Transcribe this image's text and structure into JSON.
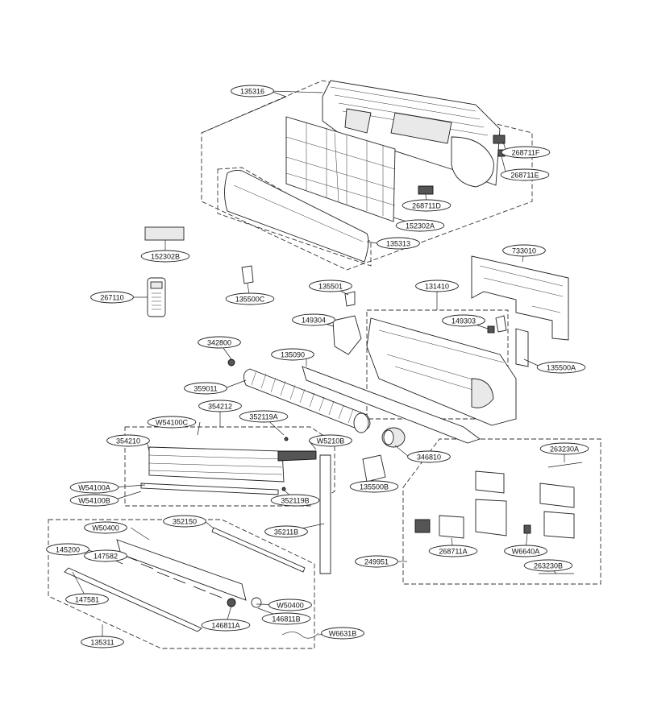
{
  "parts": [
    {
      "id": "p135316",
      "label": "135316"
    },
    {
      "id": "p268711F",
      "label": "268711F"
    },
    {
      "id": "p268711E",
      "label": "268711E"
    },
    {
      "id": "p268711D",
      "label": "268711D"
    },
    {
      "id": "p152302A",
      "label": "152302A"
    },
    {
      "id": "p135313",
      "label": "135313"
    },
    {
      "id": "p152302B",
      "label": "152302B"
    },
    {
      "id": "p267110",
      "label": "267110"
    },
    {
      "id": "p135500C",
      "label": "135500C"
    },
    {
      "id": "p135501",
      "label": "135501"
    },
    {
      "id": "p131410",
      "label": "131410"
    },
    {
      "id": "p733010",
      "label": "733010"
    },
    {
      "id": "p149304",
      "label": "149304"
    },
    {
      "id": "p149303",
      "label": "149303"
    },
    {
      "id": "p135500A",
      "label": "135500A"
    },
    {
      "id": "p342800",
      "label": "342800"
    },
    {
      "id": "p135090",
      "label": "135090"
    },
    {
      "id": "p359011",
      "label": "359011"
    },
    {
      "id": "p354212",
      "label": "354212"
    },
    {
      "id": "pW54100C",
      "label": "W54100C"
    },
    {
      "id": "p352119A",
      "label": "352119A"
    },
    {
      "id": "p354210",
      "label": "354210"
    },
    {
      "id": "pW5210B",
      "label": "W5210B"
    },
    {
      "id": "p346810",
      "label": "346810"
    },
    {
      "id": "p135500B",
      "label": "135500B"
    },
    {
      "id": "p263230A",
      "label": "263230A"
    },
    {
      "id": "pW54100A",
      "label": "W54100A"
    },
    {
      "id": "pW54100B",
      "label": "W54100B"
    },
    {
      "id": "p352119B",
      "label": "352119B"
    },
    {
      "id": "p352150",
      "label": "352150"
    },
    {
      "id": "p35211B",
      "label": "35211B"
    },
    {
      "id": "pW50400a",
      "label": "W50400"
    },
    {
      "id": "p145200",
      "label": "145200"
    },
    {
      "id": "p147582",
      "label": "147582"
    },
    {
      "id": "p147581",
      "label": "147581"
    },
    {
      "id": "pW50400b",
      "label": "W50400"
    },
    {
      "id": "p146811B",
      "label": "146811B"
    },
    {
      "id": "p146811A",
      "label": "146811A"
    },
    {
      "id": "p135311",
      "label": "135311"
    },
    {
      "id": "pW6631B",
      "label": "W6631B"
    },
    {
      "id": "p249951",
      "label": "249951"
    },
    {
      "id": "p268711A",
      "label": "268711A"
    },
    {
      "id": "pW6640A",
      "label": "W6640A"
    },
    {
      "id": "p263230B",
      "label": "263230B"
    }
  ]
}
